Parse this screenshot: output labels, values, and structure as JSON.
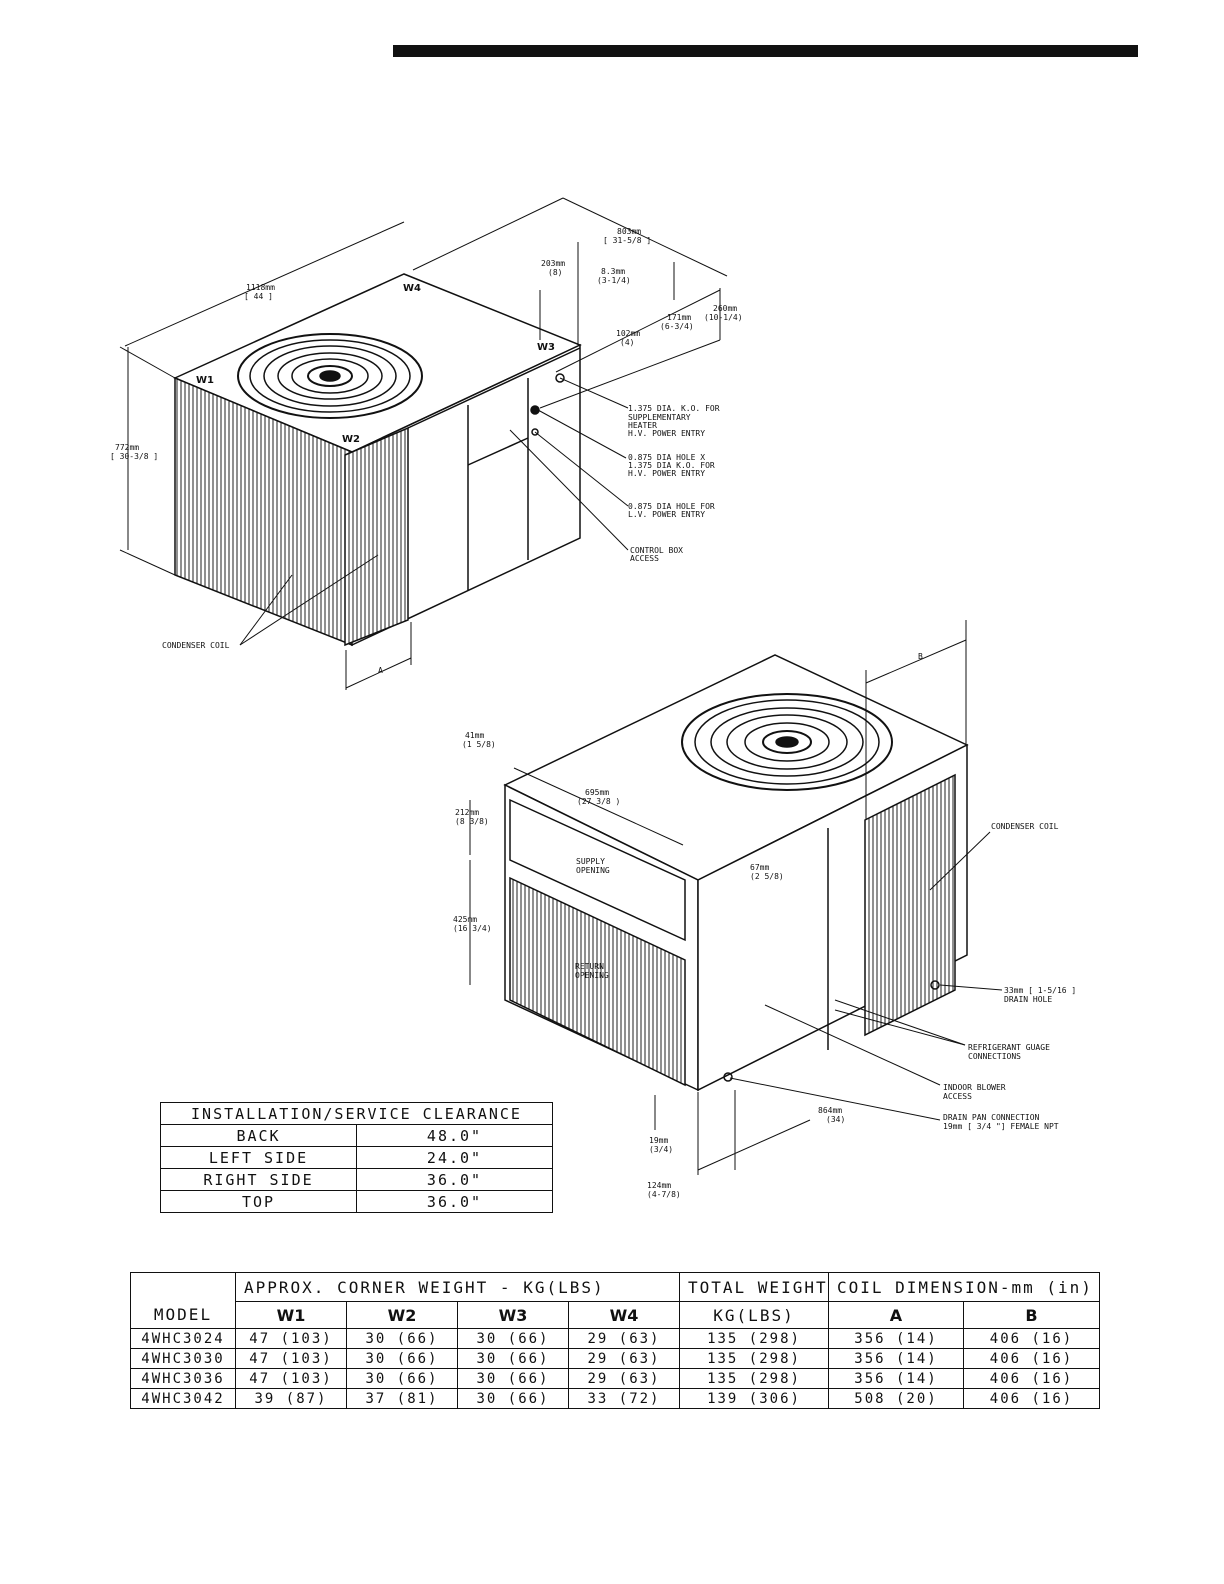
{
  "labels": {
    "w1": "W1",
    "w2": "W2",
    "w3": "W3",
    "w4": "W4",
    "d1118": "1118mm",
    "d1118in": "[ 44 ]",
    "d772": "772mm",
    "d772in": "[ 30-3/8 ]",
    "d803": "803mm",
    "d803in": "[ 31-5/8 ]",
    "d203": "203mm",
    "d203in": "(8)",
    "d83": "8.3mm",
    "d83in": "(3-1/4)",
    "d260": "260mm",
    "d260in": "(10-1/4)",
    "d171": "171mm",
    "d171in": "(6-3/4)",
    "d102": "102mm",
    "d102in": "(4)",
    "ko1a": "1.375 DIA. K.O. FOR",
    "ko1b": "SUPPLEMENTARY",
    "ko1c": "HEATER",
    "ko1d": "H.V. POWER ENTRY",
    "ko2a": "0.875 DIA HOLE X",
    "ko2b": "1.375 DIA K.O. FOR",
    "ko2c": "H.V. POWER ENTRY",
    "ko3a": "0.875 DIA HOLE FOR",
    "ko3b": "L.V. POWER ENTRY",
    "cb1": "CONTROL BOX",
    "cb2": "ACCESS",
    "cond1": "CONDENSER COIL",
    "dimA": "A",
    "dimB": "B",
    "d41": "41mm",
    "d41in": "(1 5/8)",
    "d695": "695mm",
    "d695in": "(27 3/8 )",
    "d212": "212mm",
    "d212in": "(8 3/8)",
    "d425": "425mm",
    "d425in": "(16 3/4)",
    "d67": "67mm",
    "d67in": "(2 5/8)",
    "supply1": "SUPPLY",
    "supply2": "OPENING",
    "return1": "RETURN",
    "return2": "OPENING",
    "cond2": "CONDENSER COIL",
    "drain1": "33mm [ 1-5/16 ]",
    "drain2": "DRAIN HOLE",
    "ref1": "REFRIGERANT GUAGE",
    "ref2": "CONNECTIONS",
    "ib1": "INDOOR BLOWER",
    "ib2": "ACCESS",
    "d864": "864mm",
    "d864in": "(34)",
    "dp1": "DRAIN PAN CONNECTION",
    "dp2": "19mm [ 3/4 \"] FEMALE NPT",
    "d19": "19mm",
    "d19in": "(3/4)",
    "d124": "124mm",
    "d124in": "(4-7/8)"
  },
  "clearance": {
    "title": "INSTALLATION/SERVICE CLEARANCE",
    "rows": [
      {
        "side": "BACK",
        "value": "48.0\""
      },
      {
        "side": "LEFT SIDE",
        "value": "24.0\""
      },
      {
        "side": "RIGHT SIDE",
        "value": "36.0\""
      },
      {
        "side": "TOP",
        "value": "36.0\""
      }
    ]
  },
  "weights": {
    "h_model": "MODEL",
    "h_corner": "APPROX. CORNER WEIGHT - KG(LBS)",
    "h_total": "TOTAL WEIGHT",
    "h_total_unit": "KG(LBS)",
    "h_coil": "COIL DIMENSION-mm (in)",
    "sub": [
      "W1",
      "W2",
      "W3",
      "W4",
      "A",
      "B"
    ],
    "rows": [
      [
        "4WHC3024",
        "47 (103)",
        "30 (66)",
        "30 (66)",
        "29 (63)",
        "135 (298)",
        "356 (14)",
        "406 (16)"
      ],
      [
        "4WHC3030",
        "47 (103)",
        "30 (66)",
        "30 (66)",
        "29 (63)",
        "135 (298)",
        "356 (14)",
        "406 (16)"
      ],
      [
        "4WHC3036",
        "47 (103)",
        "30 (66)",
        "30 (66)",
        "29 (63)",
        "135 (298)",
        "356 (14)",
        "406 (16)"
      ],
      [
        "4WHC3042",
        "39 (87)",
        "37 (81)",
        "30 (66)",
        "33 (72)",
        "139 (306)",
        "508 (20)",
        "406 (16)"
      ]
    ]
  }
}
